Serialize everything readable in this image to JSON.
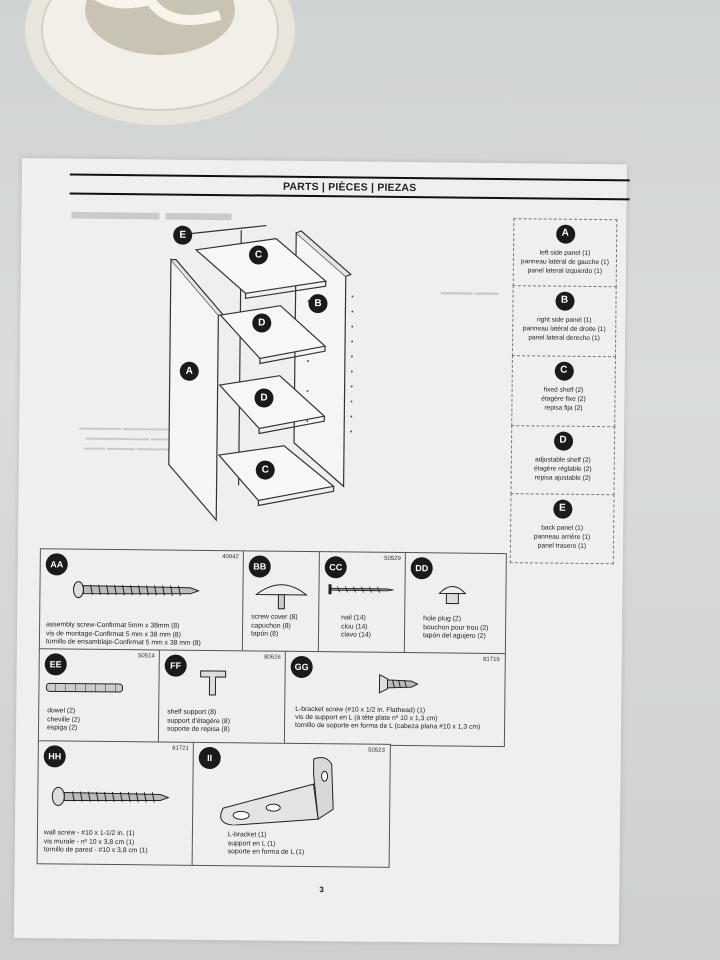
{
  "header": {
    "title": "PARTS | PIÈCES | PIEZAS"
  },
  "cabinet_labels": {
    "e": "E",
    "c_top": "C",
    "b": "B",
    "d_upper": "D",
    "a": "A",
    "d_lower": "D",
    "c_bottom": "C"
  },
  "legend": [
    {
      "letter": "A",
      "lines": [
        "left side panel (1)",
        "panneau latéral de gauche (1)",
        "panel lateral izquierdo (1)"
      ]
    },
    {
      "letter": "B",
      "lines": [
        "right side panel (1)",
        "panneau latéral de droite (1)",
        "panel lateral derecho (1)"
      ]
    },
    {
      "letter": "C",
      "lines": [
        "fixed shelf (2)",
        "étagère fixe (2)",
        "repisa fija (2)"
      ]
    },
    {
      "letter": "D",
      "lines": [
        "adjustable shelf (2)",
        "étagère réglable (2)",
        "repisa ajustable (2)"
      ]
    },
    {
      "letter": "E",
      "lines": [
        "back panel (1)",
        "panneau arrière (1)",
        "panel trasero (1)"
      ]
    }
  ],
  "hardware": {
    "aa": {
      "letter": "AA",
      "code": "40942",
      "lines": [
        "assembly screw-Confirmat 5mm x 38mm (8)",
        "vis de montage-Confirmat 5 mm x 38 mm (8)",
        "tornillo de ensamblaje-Confirmat 5 mm x 38 mm (8)"
      ]
    },
    "bb": {
      "letter": "BB",
      "code": "",
      "lines": [
        "screw cover (8)",
        "capuchon (8)",
        "tapón (8)"
      ]
    },
    "cc": {
      "letter": "CC",
      "code": "50529",
      "lines": [
        "nail (14)",
        "clou (14)",
        "clavo (14)"
      ]
    },
    "dd": {
      "letter": "DD",
      "code": "",
      "lines": [
        "hole plug (2)",
        "bouchon pour trou (2)",
        "tapón del agujero (2)"
      ]
    },
    "ee": {
      "letter": "EE",
      "code": "50514",
      "lines": [
        "dowel (2)",
        "cheville (2)",
        "espiga (2)"
      ]
    },
    "ff": {
      "letter": "FF",
      "code": "80616",
      "lines": [
        "shelf support (8)",
        "support d'étagère (8)",
        "soporte de repisa (8)"
      ]
    },
    "gg": {
      "letter": "GG",
      "code": "81719",
      "lines": [
        "L-bracket screw (#10 x 1/2 in. Flathead) (1)",
        "vis de support en L (à tête plate nº 10 x 1,3 cm)",
        "tornillo de soporte en forma de L (cabeza plana #10 x 1,3 cm)"
      ]
    },
    "hh": {
      "letter": "HH",
      "code": "81721",
      "lines": [
        "wall screw - #10 x 1-1/2 in. (1)",
        "vis murale - nº 10 x 3,8 cm (1)",
        "tornillo de pared - #10 x 3,8 cm (1)"
      ]
    },
    "ii": {
      "letter": "II",
      "code": "50523",
      "lines": [
        "L-bracket (1)",
        "support en L (1)",
        "soporte en forma de L (1)"
      ]
    }
  },
  "page_number": "3"
}
